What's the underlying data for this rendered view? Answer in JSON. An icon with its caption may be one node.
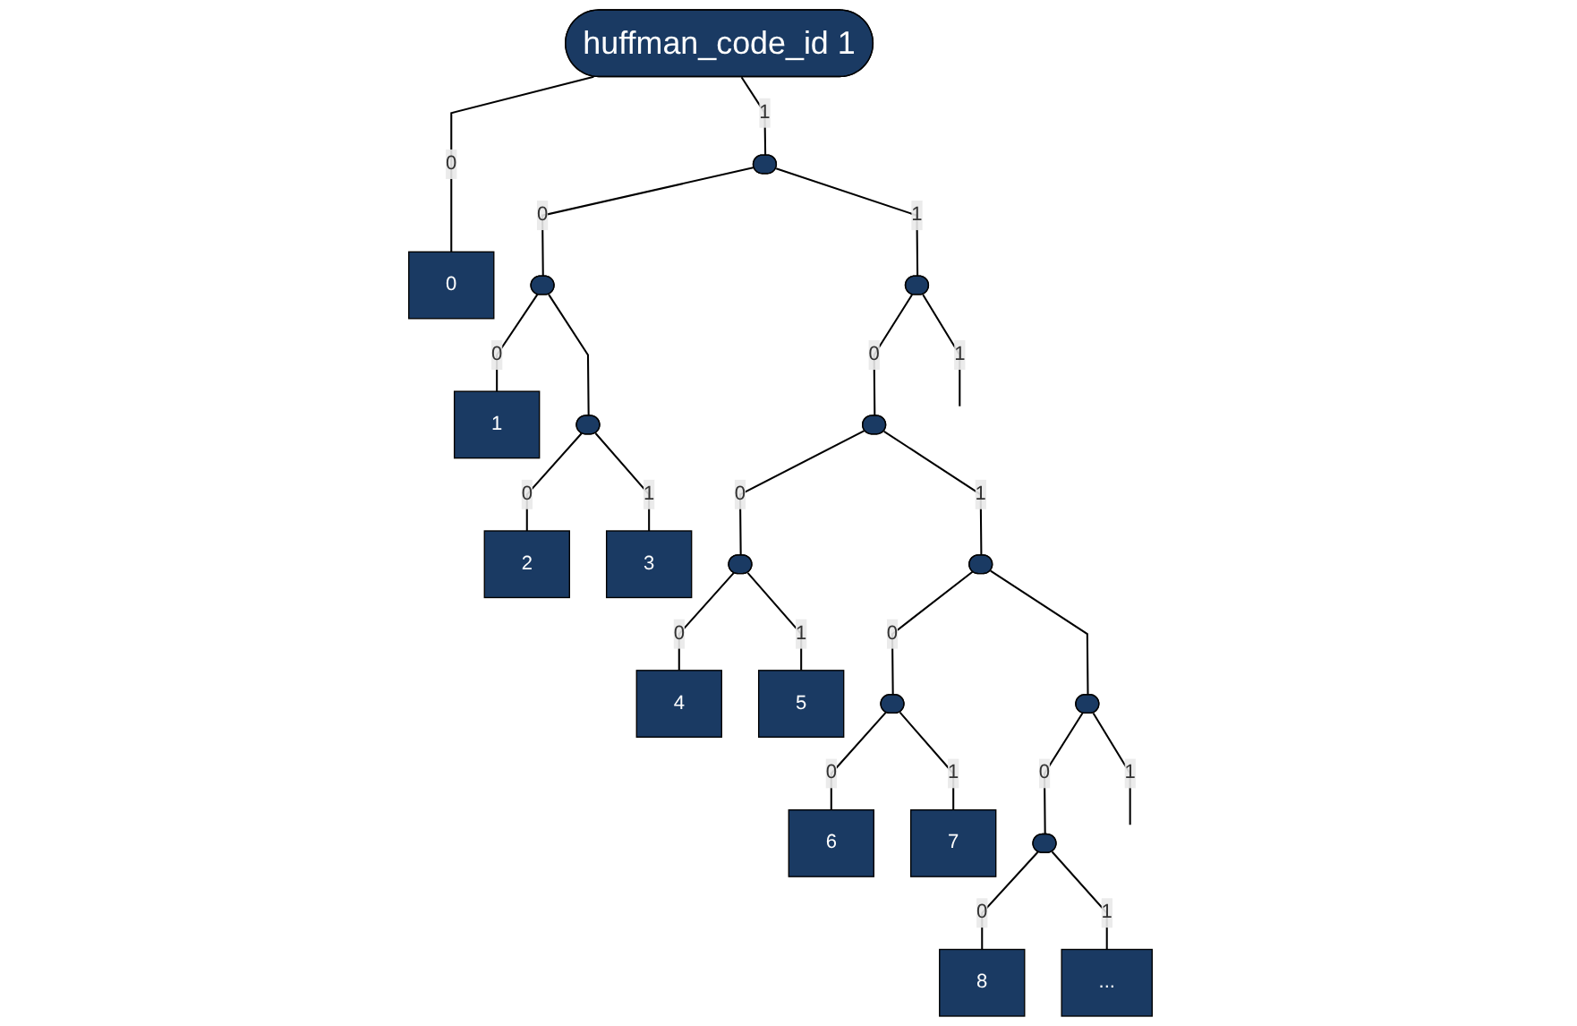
{
  "diagram": {
    "nodes": [
      {
        "text": [
          "huffman_code_id 1"
        ]
      },
      {
        "text": [
          "0"
        ]
      },
      {
        "text": [],
        "shape": "ellipse"
      },
      {
        "text": [],
        "shape": "ellipse"
      },
      {
        "text": [
          "1"
        ]
      },
      {
        "text": [],
        "shape": "ellipse"
      },
      {
        "text": [
          "2"
        ]
      },
      {
        "text": [
          "3"
        ]
      },
      {
        "text": [],
        "shape": "ellipse"
      },
      {
        "text": [],
        "shape": "ellipse"
      },
      {
        "text": [],
        "shape": "ellipse"
      },
      {
        "text": [
          "4"
        ]
      },
      {
        "text": [
          "5"
        ]
      },
      {
        "text": [],
        "shape": "ellipse"
      },
      {
        "text": [],
        "shape": "ellipse"
      },
      {
        "text": [
          "6"
        ]
      },
      {
        "text": [
          "7"
        ]
      },
      {
        "text": [],
        "shape": "ellipse"
      },
      {
        "text": [],
        "shape": "ellipse"
      },
      {
        "text": [
          "8"
        ]
      },
      {
        "text": [
          "..."
        ]
      }
    ],
    "edges": [
      {
        "from": 0,
        "to": 1,
        "arrow": "none",
        "label": "0"
      },
      {
        "from": 0,
        "to": 2,
        "arrow": "none",
        "label": "1"
      },
      {
        "from": 2,
        "to": 3,
        "arrow": "none",
        "label": "0"
      },
      {
        "from": 2,
        "to": 8,
        "arrow": "none",
        "label": "1"
      },
      {
        "from": 3,
        "to": 4,
        "arrow": "none",
        "label": "0"
      },
      {
        "from": 3,
        "to": 5,
        "arrow": "none"
      },
      {
        "from": 5,
        "to": 6,
        "arrow": "none",
        "label": "0"
      },
      {
        "from": 5,
        "to": 7,
        "arrow": "none",
        "label": "1"
      },
      {
        "from": 8,
        "to": 9,
        "arrow": "none",
        "label": "0"
      },
      {
        "from": 8,
        "to": null,
        "arrow": "none",
        "label": "1"
      },
      {
        "from": 9,
        "to": 10,
        "arrow": "none",
        "label": "0"
      },
      {
        "from": 9,
        "to": 13,
        "arrow": "none",
        "label": "1"
      },
      {
        "from": 10,
        "to": 11,
        "arrow": "none",
        "label": "0"
      },
      {
        "from": 10,
        "to": 12,
        "arrow": "none",
        "label": "1"
      },
      {
        "from": 13,
        "to": 14,
        "arrow": "none",
        "label": "0"
      },
      {
        "from": 13,
        "to": 17,
        "arrow": "none"
      },
      {
        "from": 14,
        "to": 15,
        "arrow": "none",
        "label": "0"
      },
      {
        "from": 14,
        "to": 16,
        "arrow": "none",
        "label": "1"
      },
      {
        "from": 17,
        "to": 18,
        "arrow": "none",
        "label": "0"
      },
      {
        "from": 17,
        "to": null,
        "arrow": "none",
        "label": "1"
      },
      {
        "from": 18,
        "to": 19,
        "arrow": "none",
        "label": "0"
      },
      {
        "from": 18,
        "to": 20,
        "arrow": "none",
        "label": "1"
      }
    ]
  }
}
